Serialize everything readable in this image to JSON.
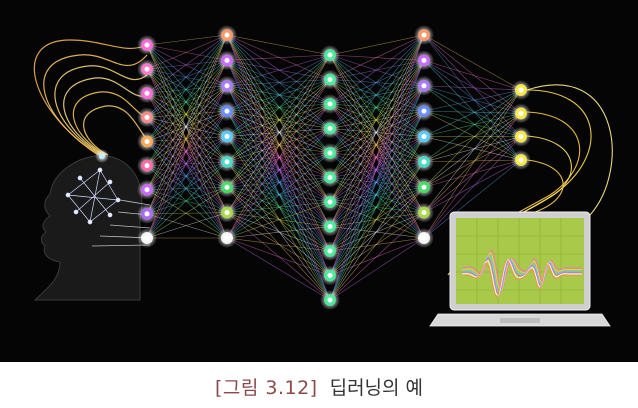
{
  "caption": {
    "label": "[그림 3.12]",
    "text": "딥러닝의 예"
  },
  "colors": {
    "background": "#050505",
    "caption_label": "#8a4a4a",
    "caption_text": "#333333",
    "node_glow": "#ffffff",
    "screen": "#a8c94a",
    "laptop_frame": "#d8d8d8"
  },
  "network": {
    "layers": [
      {
        "name": "input-layer",
        "node_colors": [
          "#ff66dd",
          "#ff77cc",
          "#ff66dd",
          "#ff8888",
          "#ffaa55",
          "#ff66aa",
          "#cc66ff",
          "#aa66ff",
          "#ffffff"
        ]
      },
      {
        "name": "hidden-layer-1",
        "node_colors": [
          "#ff9966",
          "#cc66ff",
          "#aa77ff",
          "#6688ff",
          "#55ccff",
          "#44ddcc",
          "#44dd66",
          "#aadd44",
          "#ffffff"
        ]
      },
      {
        "name": "hidden-layer-2",
        "node_colors": [
          "#44ee99",
          "#44ee99",
          "#44ee99",
          "#44ee99",
          "#44ee99",
          "#44ee99",
          "#44ee99",
          "#44ee99",
          "#44ee99",
          "#44ee99",
          "#44ee99"
        ]
      },
      {
        "name": "hidden-layer-3",
        "node_colors": [
          "#ff9966",
          "#cc66ff",
          "#aa77ff",
          "#6688ff",
          "#55ccff",
          "#44ddcc",
          "#44dd66",
          "#aadd44",
          "#ffffff"
        ]
      },
      {
        "name": "output-layer",
        "node_colors": [
          "#ffee44",
          "#ffee44",
          "#ffee44",
          "#ffee44"
        ]
      }
    ]
  },
  "icons": {
    "head": "human-head-silhouette",
    "brain": "brain-network-icon",
    "laptop": "laptop-icon",
    "waveform": "waveform-graph"
  }
}
